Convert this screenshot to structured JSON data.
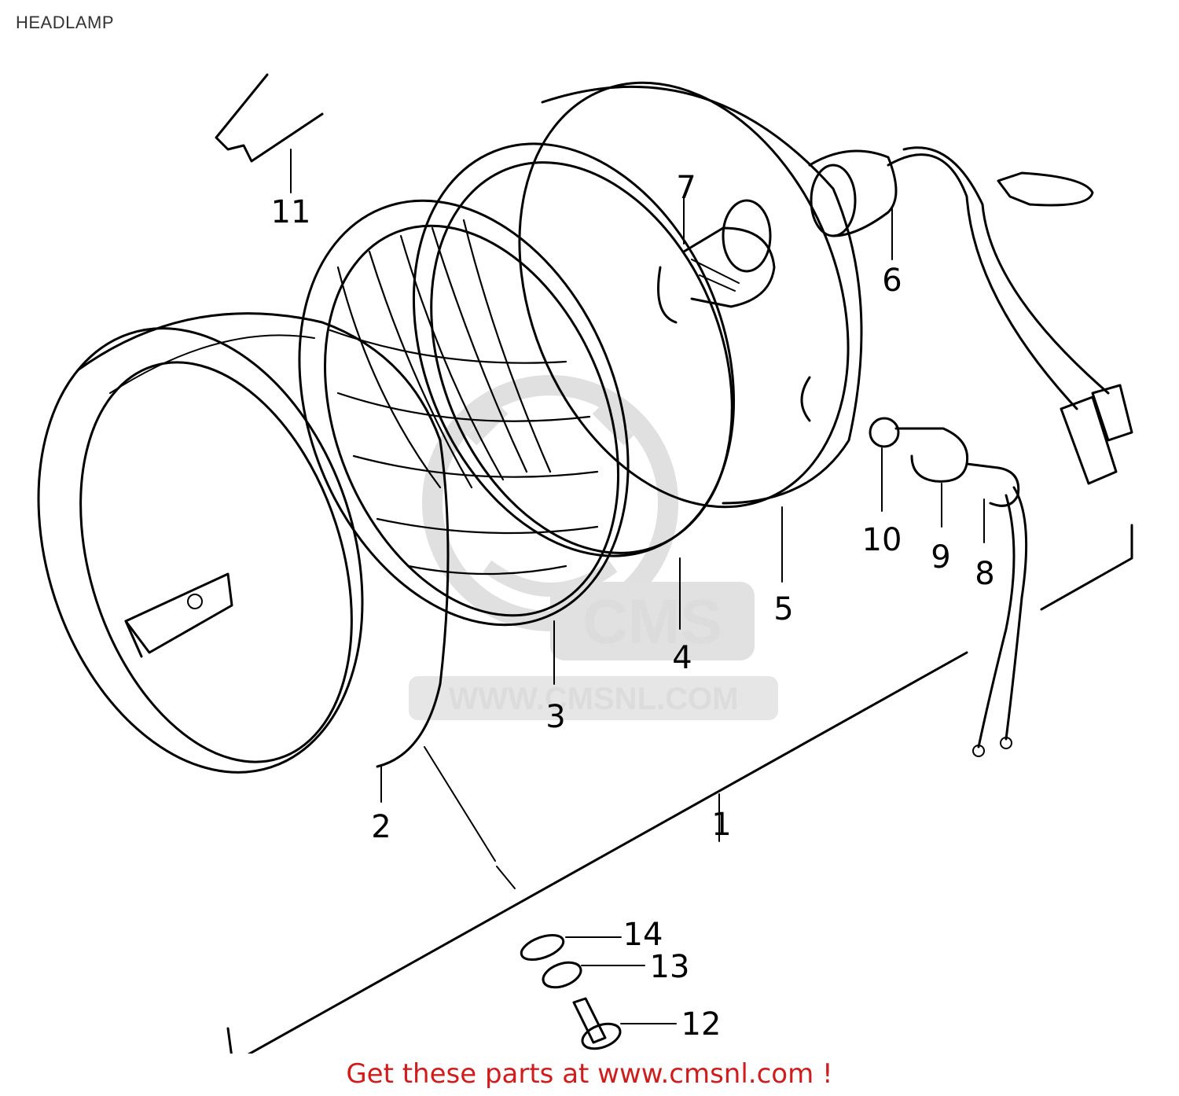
{
  "title": "HEADLAMP",
  "watermark": {
    "brand": "CMS",
    "url": "WWW.CMSNL.COM"
  },
  "callouts": [
    {
      "id": "1",
      "label": "1"
    },
    {
      "id": "2",
      "label": "2"
    },
    {
      "id": "3",
      "label": "3"
    },
    {
      "id": "4",
      "label": "4"
    },
    {
      "id": "5",
      "label": "5"
    },
    {
      "id": "6",
      "label": "6"
    },
    {
      "id": "7",
      "label": "7"
    },
    {
      "id": "8",
      "label": "8"
    },
    {
      "id": "9",
      "label": "9"
    },
    {
      "id": "10",
      "label": "10"
    },
    {
      "id": "11",
      "label": "11"
    },
    {
      "id": "12",
      "label": "12"
    },
    {
      "id": "13",
      "label": "13"
    },
    {
      "id": "14",
      "label": "14"
    }
  ],
  "footer_link": "Get these parts at www.cmsnl.com !",
  "colors": {
    "line": "#000000",
    "watermark": "#d9d9d9",
    "link": "#d21c1c"
  }
}
